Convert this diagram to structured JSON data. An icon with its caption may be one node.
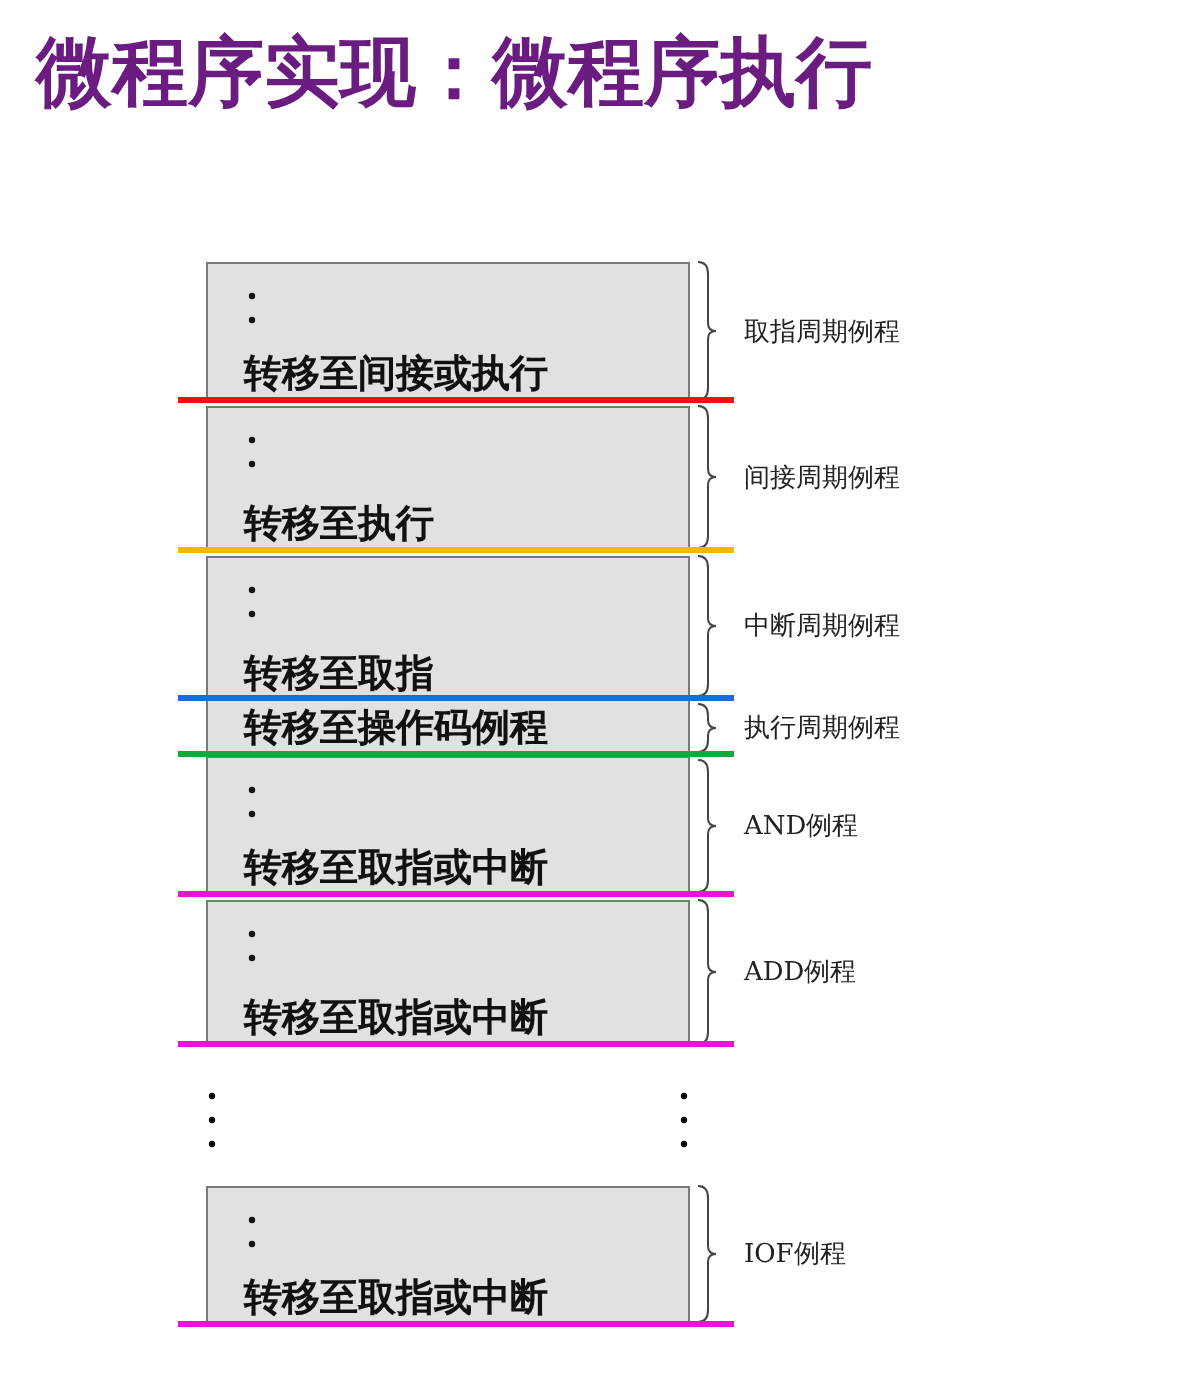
{
  "diagram": {
    "title": "微程序实现：微程序执行",
    "nodes": [
      {
        "text": [
          "转移至间接或执行"
        ],
        "beside": [
          "取指周期例程"
        ]
      },
      {
        "text": [
          "转移至执行"
        ],
        "beside": [
          "间接周期例程"
        ]
      },
      {
        "text": [
          "转移至取指"
        ],
        "beside": [
          "中断周期例程"
        ]
      },
      {
        "text": [
          "转移至操作码例程"
        ],
        "beside": [
          "执行周期例程"
        ]
      },
      {
        "text": [
          "转移至取指或中断"
        ],
        "beside": [
          "AND例程"
        ]
      },
      {
        "text": [
          "转移至取指或中断"
        ],
        "beside": [
          "ADD例程"
        ]
      },
      {
        "text": [
          "转移至取指或中断"
        ],
        "beside": [
          "IOF例程"
        ]
      }
    ],
    "edges": []
  }
}
